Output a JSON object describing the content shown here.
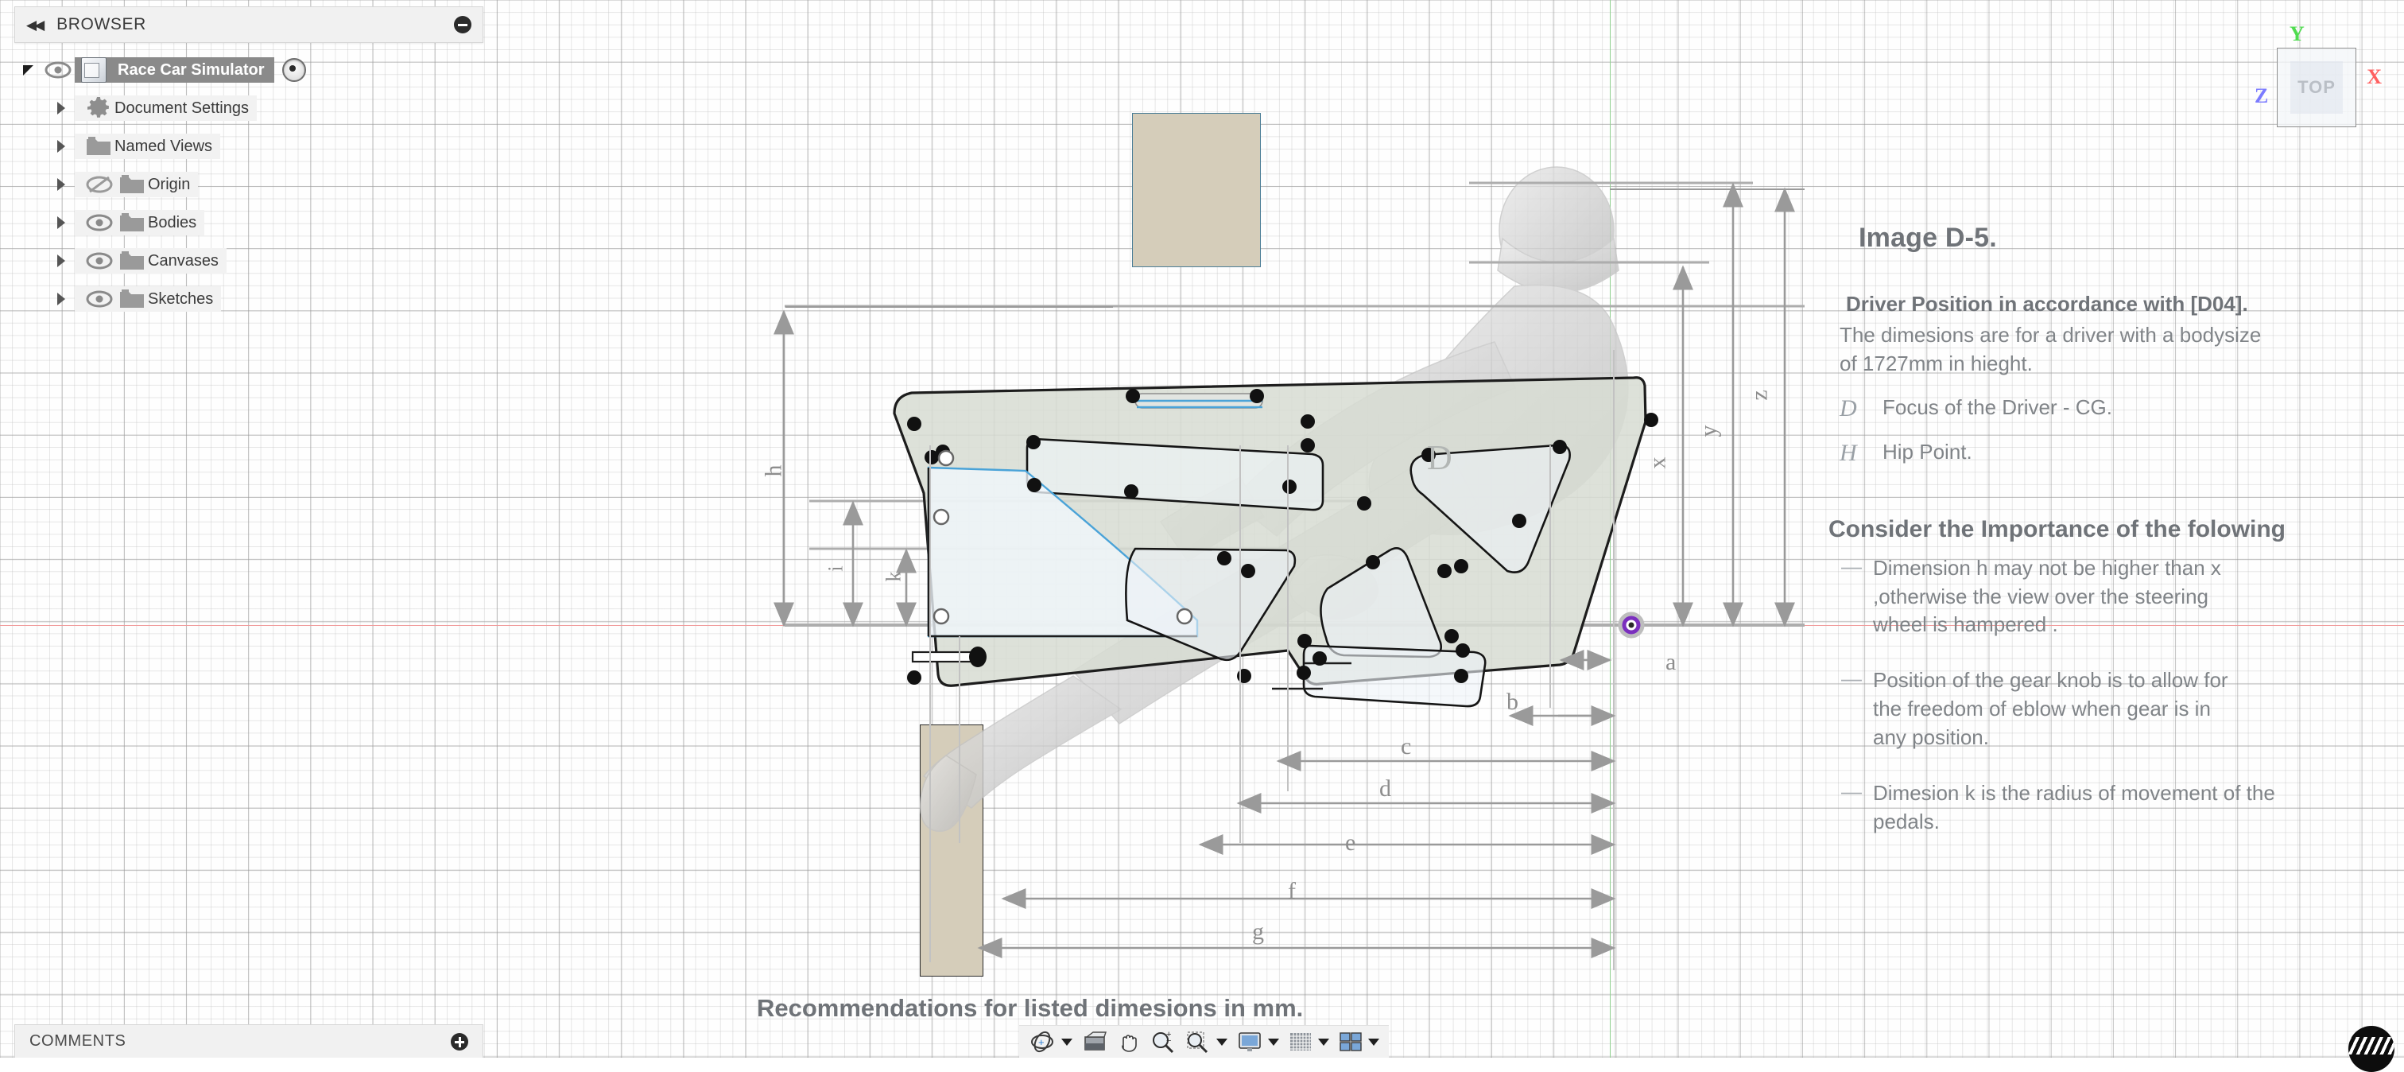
{
  "app": {
    "document_name": "Race Car Simulator"
  },
  "browser": {
    "header_title": "BROWSER",
    "collapse_icon": "collapse-left-icon",
    "header_button_icon": "minimize-icon",
    "root": {
      "label": "Race Car Simulator",
      "icon": "document-cube-icon",
      "visibility_icon": "eye-visible-icon",
      "activate_icon": "radio-active-icon",
      "expanded": true
    },
    "items": [
      {
        "label": "Document Settings",
        "icon": "gear-icon",
        "visibility": null,
        "twisty": "closed"
      },
      {
        "label": "Named Views",
        "icon": "folder-icon",
        "visibility": null,
        "twisty": "closed"
      },
      {
        "label": "Origin",
        "icon": "folder-icon",
        "visibility": "hidden",
        "twisty": "closed"
      },
      {
        "label": "Bodies",
        "icon": "folder-icon",
        "visibility": "shown",
        "twisty": "closed"
      },
      {
        "label": "Canvases",
        "icon": "folder-icon",
        "visibility": "shown",
        "twisty": "closed"
      },
      {
        "label": "Sketches",
        "icon": "folder-icon",
        "visibility": "shown",
        "twisty": "closed"
      }
    ]
  },
  "comments": {
    "title": "COMMENTS",
    "add_icon": "add-comment-icon"
  },
  "viewcube": {
    "face_label": "TOP",
    "axis_y": "Y",
    "axis_x": "X",
    "axis_z": "Z"
  },
  "navbar": {
    "items": [
      {
        "name": "orbit-tool",
        "icon": "orbit-icon",
        "has_dropdown": true
      },
      {
        "name": "look-at-tool",
        "icon": "look-at-icon",
        "has_dropdown": false
      },
      {
        "name": "pan-tool",
        "icon": "hand-pan-icon",
        "has_dropdown": false
      },
      {
        "name": "zoom-tool",
        "icon": "zoom-in-out-icon",
        "has_dropdown": false
      },
      {
        "name": "zoom-window-tool",
        "icon": "zoom-window-icon",
        "has_dropdown": true
      },
      {
        "name": "display-settings",
        "icon": "monitor-icon",
        "has_dropdown": true
      },
      {
        "name": "grid-snaps",
        "icon": "grid-icon",
        "has_dropdown": true
      },
      {
        "name": "viewports",
        "icon": "viewports-icon",
        "has_dropdown": true
      }
    ]
  },
  "notes": {
    "title": "Image D-5.",
    "subtitle": "Driver Position in accordance with [D04].",
    "body_lines": [
      "The dimesions are for a driver with a bodysize",
      "of 1727mm in hieght."
    ],
    "legend": [
      {
        "symbol": "D",
        "definition": "Focus of the Driver - CG."
      },
      {
        "symbol": "H",
        "definition": "Hip Point."
      }
    ],
    "section_heading": "Consider the Importance of the folowing",
    "bullets": [
      {
        "dash": "—",
        "lines": [
          "Dimension h may not be higher than x",
          ",otherwise the view over the steering",
          "wheel is hampered ."
        ]
      },
      {
        "dash": "—",
        "lines": [
          "Position of the gear knob is to allow for",
          "the freedom of eblow when gear is in",
          "any position."
        ]
      },
      {
        "dash": "—",
        "lines": [
          "Dimesion k is the radius of movement of the",
          "pedals."
        ]
      }
    ],
    "footer": "Recommendations for listed dimesions in mm."
  },
  "drawing": {
    "body_label": "D",
    "dimensions": {
      "horizontal": [
        "a",
        "b",
        "c",
        "d",
        "e",
        "f",
        "g"
      ],
      "vertical_left": [
        "h",
        "i",
        "k"
      ],
      "vertical_right": [
        "x",
        "y",
        "z"
      ]
    },
    "origin_point_color": "#7b2fbe",
    "x_axis_color": "#f09a9a",
    "y_axis_color": "#8fd08f",
    "body_fill": "#d7dcd2",
    "canvas_fill": "#d5cdba",
    "sketch_highlight": "#4aa3d8"
  }
}
